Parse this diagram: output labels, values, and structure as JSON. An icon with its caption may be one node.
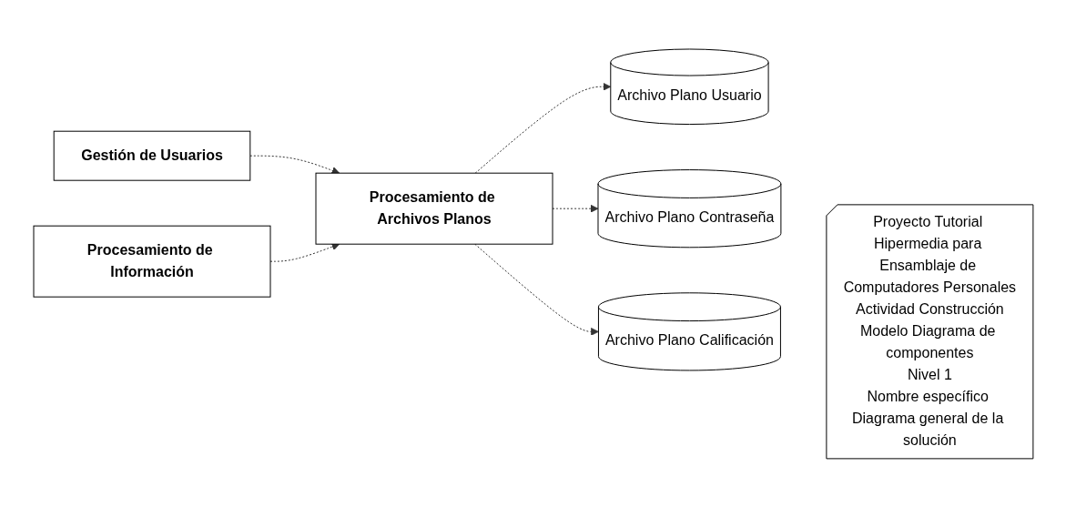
{
  "diagram": {
    "nodes": [
      {
        "text": [
          "Gestión de Usuarios"
        ]
      },
      {
        "text": [
          "Procesamiento de Información"
        ]
      },
      {
        "text": [
          "Procesamiento de Archivos Planos"
        ]
      },
      {
        "text": [
          "Archivo Plano Usuario"
        ]
      },
      {
        "text": [
          "Archivo Plano Contraseña"
        ]
      },
      {
        "text": [
          "Archivo Plano Calificación"
        ]
      },
      {
        "text": [
          "Proyecto Tutorial Hipermedia para Ensamblaje de Computadores Personales",
          "Actividad Construcción",
          "Modelo Diagrama de componentes",
          "Nivel 1",
          "Nombre específico Diagrama general de la solución"
        ]
      }
    ],
    "edges": [
      {
        "from": 0,
        "to": 2,
        "arrow": "to",
        "style": "dashed"
      },
      {
        "from": 1,
        "to": 2,
        "arrow": "to",
        "style": "dashed"
      },
      {
        "from": 2,
        "to": 3,
        "arrow": "to",
        "style": "dashed"
      },
      {
        "from": 2,
        "to": 4,
        "arrow": "to",
        "style": "dashed"
      },
      {
        "from": 2,
        "to": 5,
        "arrow": "to",
        "style": "dashed"
      }
    ]
  }
}
